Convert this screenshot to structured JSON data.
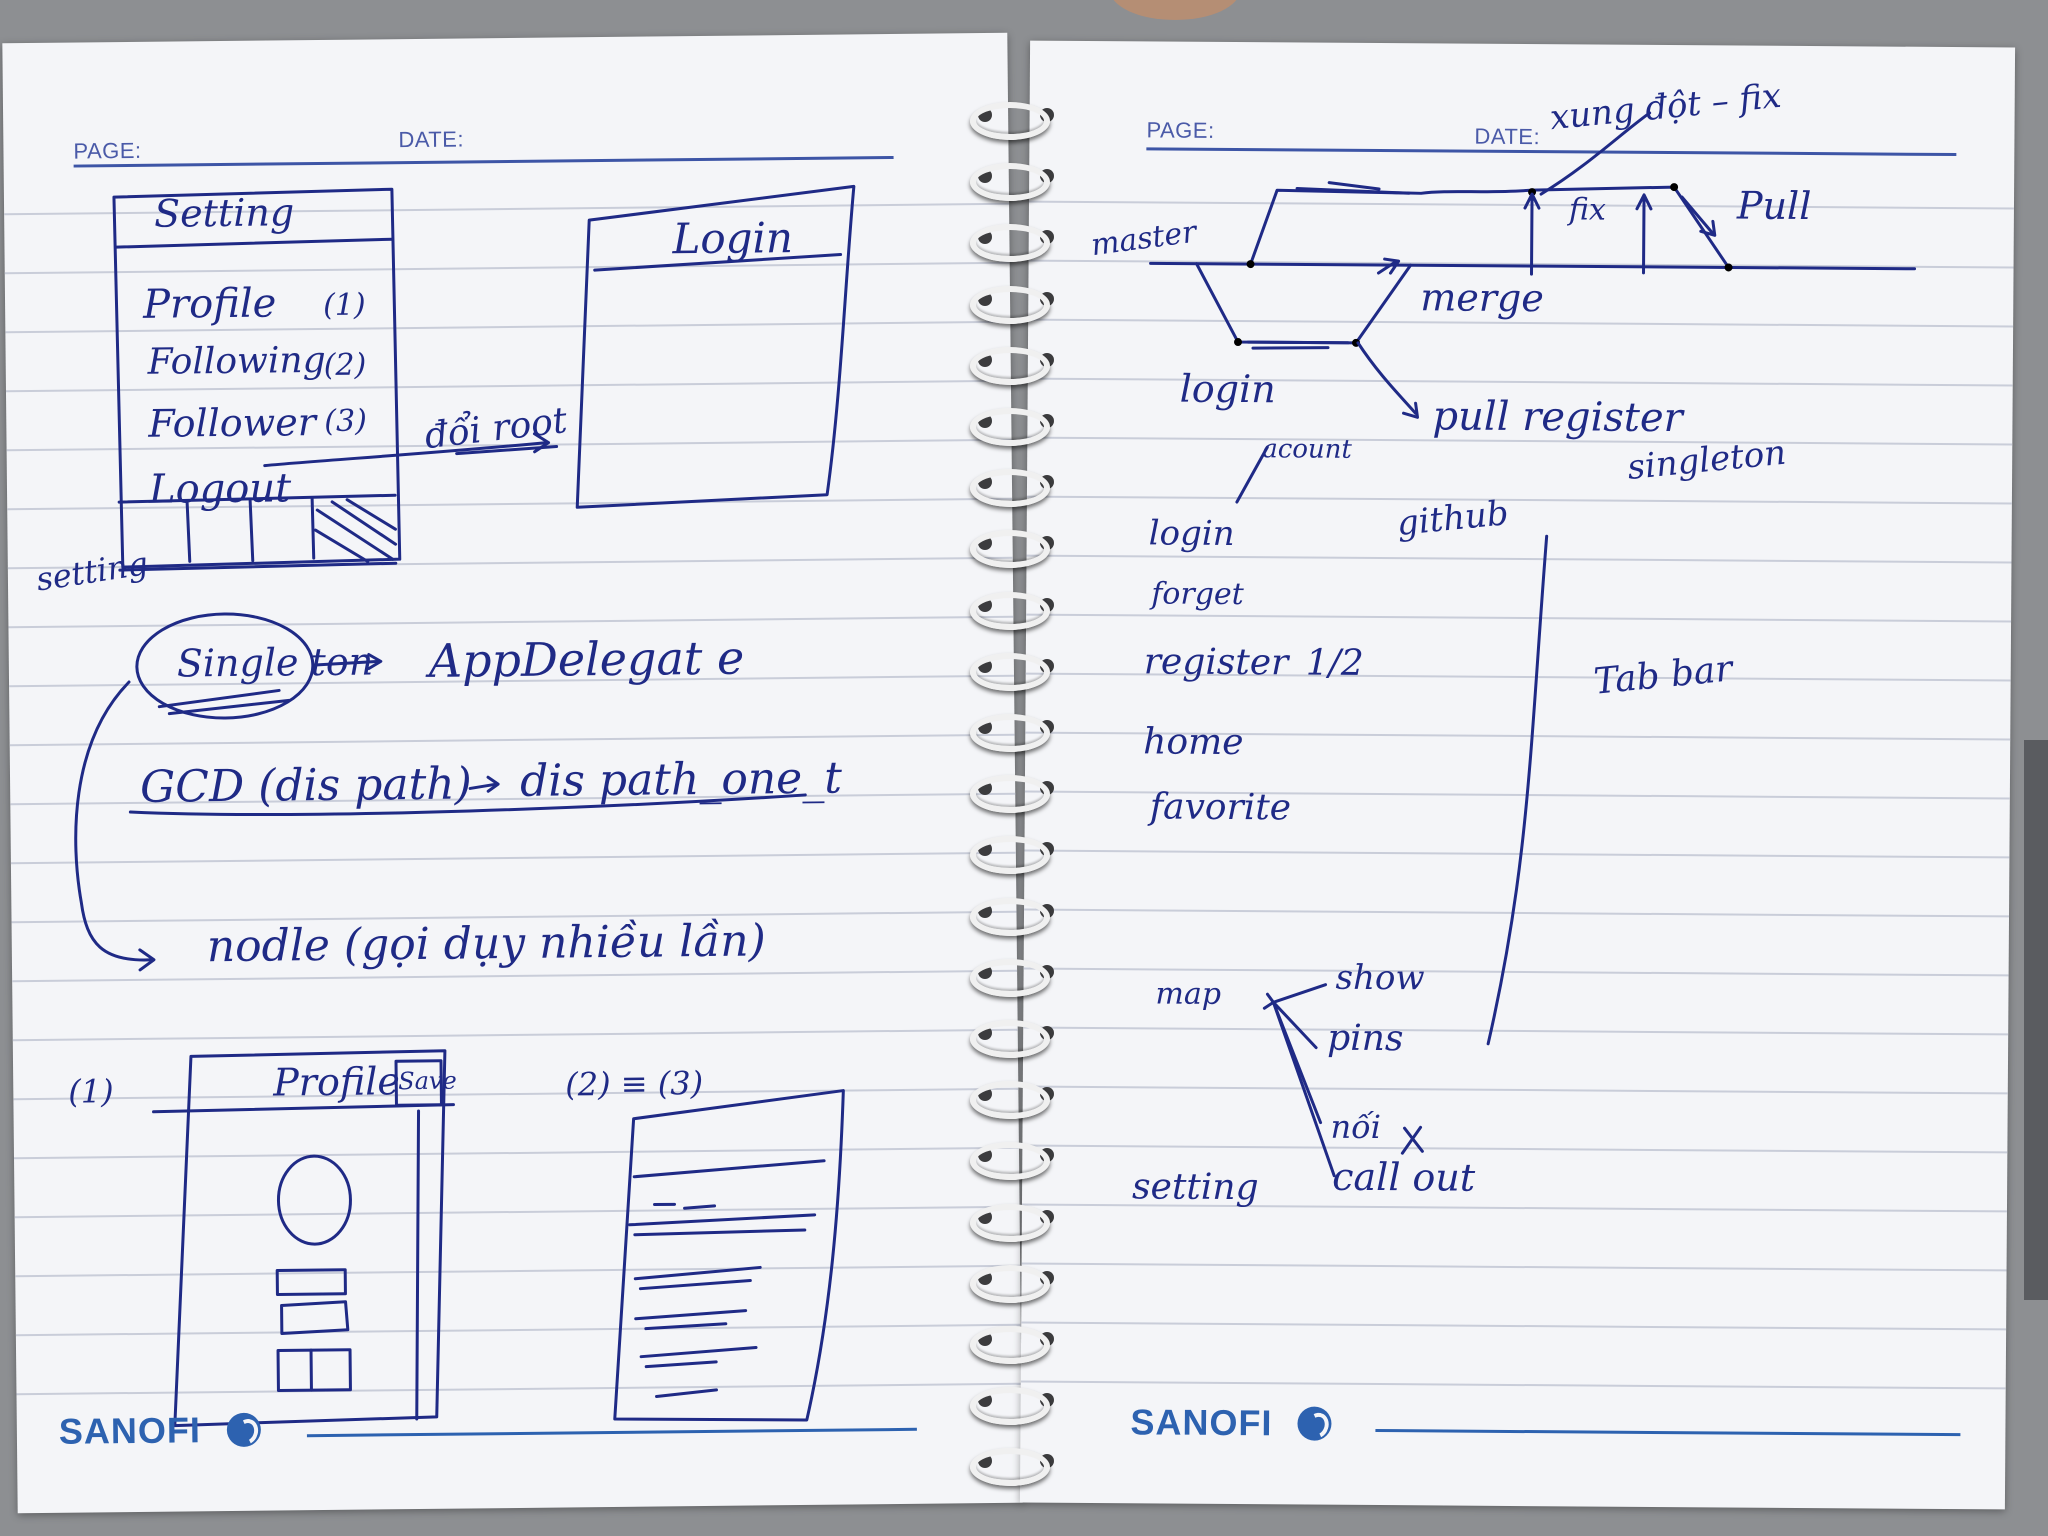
{
  "left_page": {
    "header": {
      "page_label": "PAGE:",
      "date_label": "DATE:"
    },
    "setting_screen": {
      "title": "Setting",
      "items": [
        {
          "label": "Profile",
          "num": "(1)"
        },
        {
          "label": "Following",
          "num": "(2)"
        },
        {
          "label": "Follower",
          "num": "(3)"
        },
        {
          "label": "Logout",
          "num": ""
        }
      ],
      "side_label": "setting"
    },
    "arrow_label": "đổi root",
    "login_screen": {
      "title": "Login"
    },
    "notes": {
      "singleton": "Single ton",
      "appdelegate": "AppDelegat e",
      "gcd": "GCD (dis path)",
      "dispatch_once": "dis path_one_t",
      "node": "nodle (gọi dụy nhiều lần)"
    },
    "profile_screen": {
      "ref": "(1)",
      "title": "Profile",
      "button": "Save"
    },
    "list_screen": {
      "ref": "(2) ≡ (3)"
    },
    "brand": "SANOFI"
  },
  "right_page": {
    "header": {
      "page_label": "PAGE:",
      "date_label": "DATE:"
    },
    "git_diagram": {
      "conflict_note": "xung đột – fix",
      "fix": "fix",
      "pull_top": "Pull",
      "master": "master",
      "merge": "merge",
      "login_branch": "login",
      "pull_register": "pull register"
    },
    "misc": {
      "singleton": "singleton",
      "github": "github",
      "tabbar": "Tab bar"
    },
    "screen_list": [
      {
        "label": "login",
        "note": "acount"
      },
      {
        "label": "forget"
      },
      {
        "label": "register",
        "note": "1/2"
      },
      {
        "label": "home"
      },
      {
        "label": "favorite"
      },
      {
        "label": "map"
      },
      {
        "label": "setting"
      }
    ],
    "map_notes": [
      "show",
      "pins",
      "nối",
      "call out"
    ],
    "brand": "SANOFI"
  }
}
